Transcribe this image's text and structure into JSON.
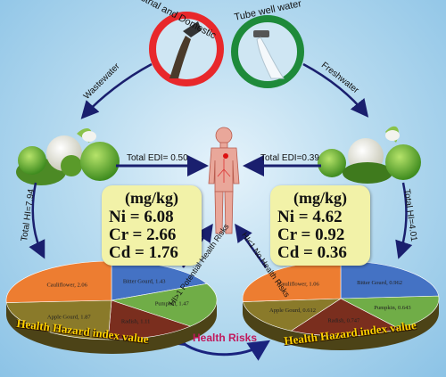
{
  "sources": {
    "left": {
      "label": "Industrial and Domestic",
      "water": "Wastewater"
    },
    "right": {
      "label": "Tube well water",
      "water": "Freshwater"
    }
  },
  "edi": {
    "left": "Total EDI= 0.50",
    "right": "Total EDI=0.39"
  },
  "hi": {
    "left": "Total HI=7.94",
    "right": "Total HI=4.01"
  },
  "conc_left": {
    "unit": "(mg/kg)",
    "ni": "Ni = 6.08",
    "cr": "Cr = 2.66",
    "cd": "Cd = 1.76"
  },
  "conc_right": {
    "unit": "(mg/kg)",
    "ni": "Ni = 4.62",
    "cr": "Cr = 0.92",
    "cd": "Cd = 0.36"
  },
  "risk_notes": {
    "left": "HI>1 Potential Health Risks",
    "right": "HI<1 No Health Risks"
  },
  "center_label": "Health Risks",
  "colors": {
    "bitter": "#4472c4",
    "pumpkin": "#70ad47",
    "radish": "#7a2e1e",
    "apple": "#8a7a2a",
    "cauliflower": "#ed7d31"
  },
  "chart_data": [
    {
      "type": "pie",
      "title": "Health Hazard index value",
      "slices": [
        {
          "label": "Bitter Gourd, 1.43",
          "value": 1.43,
          "color": "#4472c4"
        },
        {
          "label": "Pumpkin, 1.47",
          "value": 1.47,
          "color": "#70ad47"
        },
        {
          "label": "Radish, 1.11",
          "value": 1.11,
          "color": "#7a2e1e"
        },
        {
          "label": "Apple Gourd, 1.87",
          "value": 1.87,
          "color": "#8a7a2a"
        },
        {
          "label": "Cauliflower, 2.06",
          "value": 2.06,
          "color": "#ed7d31"
        }
      ]
    },
    {
      "type": "pie",
      "title": "Health Hazard index value",
      "slices": [
        {
          "label": "Bitter Gourd, 0.962",
          "value": 0.962,
          "color": "#4472c4"
        },
        {
          "label": "Pumpkin, 0.643",
          "value": 0.643,
          "color": "#70ad47"
        },
        {
          "label": "Radish, 0.747",
          "value": 0.747,
          "color": "#7a2e1e"
        },
        {
          "label": "Apple Gourd, 0.612",
          "value": 0.612,
          "color": "#8a7a2a"
        },
        {
          "label": "Cauliflower, 1.06",
          "value": 1.06,
          "color": "#ed7d31"
        }
      ]
    }
  ]
}
